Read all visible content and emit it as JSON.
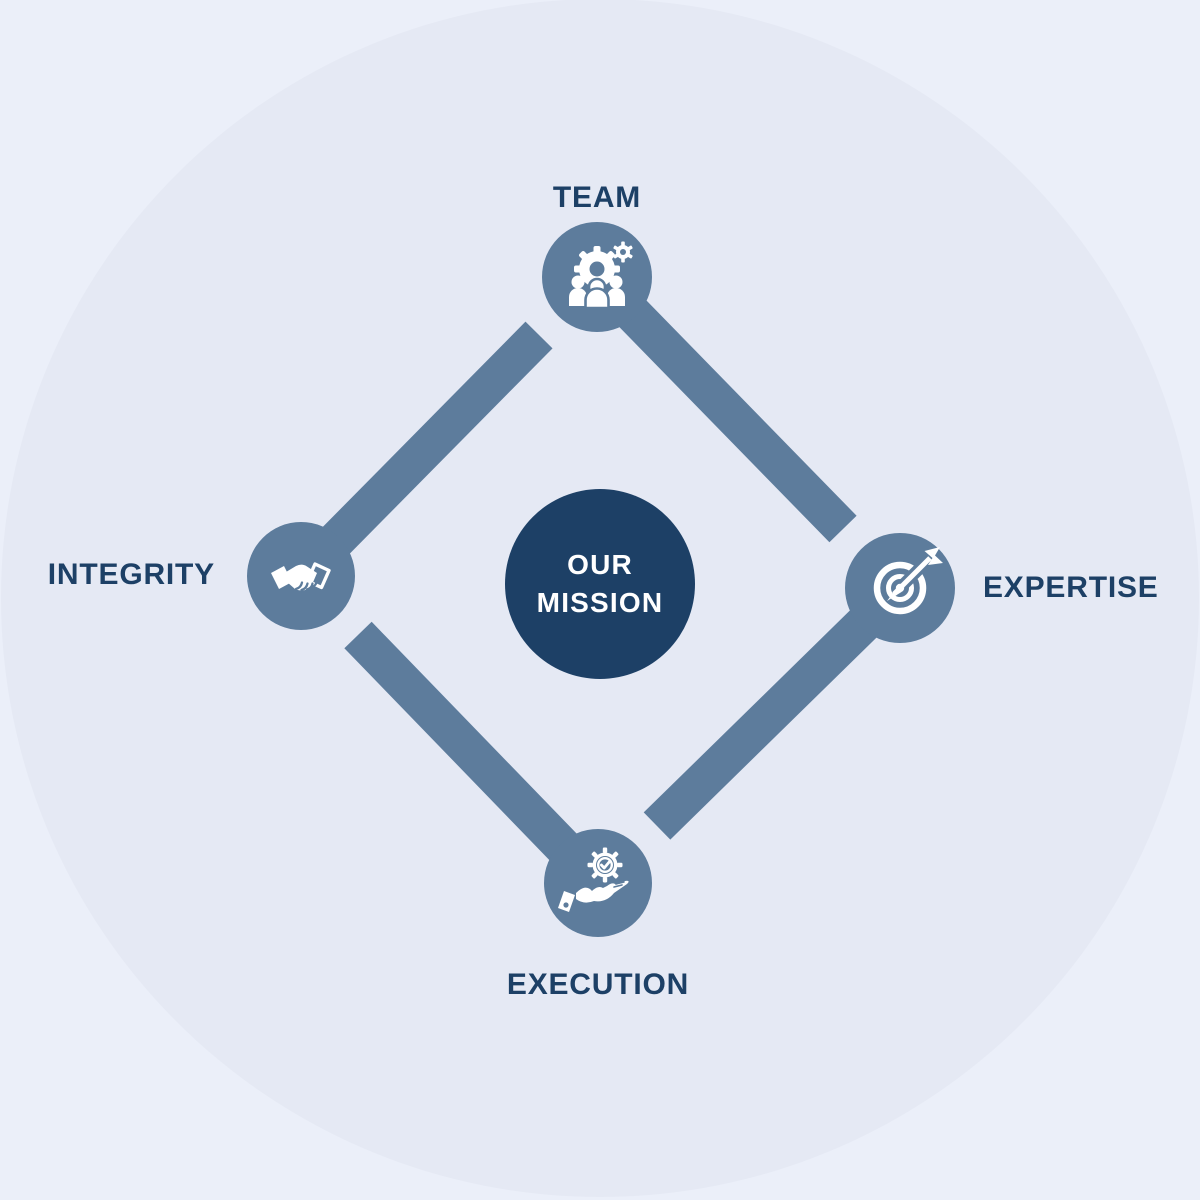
{
  "diagram": {
    "center": {
      "line1": "OUR",
      "line2": "MISSION"
    },
    "nodes": [
      {
        "id": "team",
        "label": "TEAM",
        "position": "top",
        "icon": "team-gears-icon"
      },
      {
        "id": "expertise",
        "label": "EXPERTISE",
        "position": "right",
        "icon": "target-arrow-icon"
      },
      {
        "id": "execution",
        "label": "EXECUTION",
        "position": "bottom",
        "icon": "hand-gear-check-icon"
      },
      {
        "id": "integrity",
        "label": "INTEGRITY",
        "position": "left",
        "icon": "handshake-icon"
      }
    ],
    "colors": {
      "page_background": "#ebeff9",
      "inner_circle_background": "#e5e9f4",
      "node_and_connector": "#5d7c9c",
      "center_circle": "#1d4066",
      "label_text": "#1d4066",
      "icon": "#ffffff"
    }
  }
}
